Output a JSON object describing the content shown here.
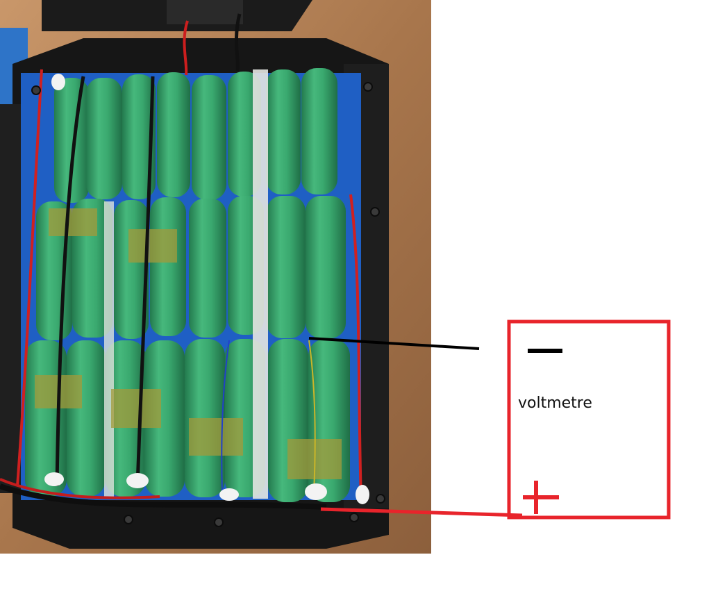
{
  "colors": {
    "annotation_red": "#e8242b",
    "annotation_black": "#000000",
    "cell_green": "#3aa96f",
    "wood": "#b98558"
  },
  "annotation": {
    "voltmeter_label": "voltmetre",
    "negative_sign": "minus-sign",
    "positive_sign": "plus-sign"
  }
}
